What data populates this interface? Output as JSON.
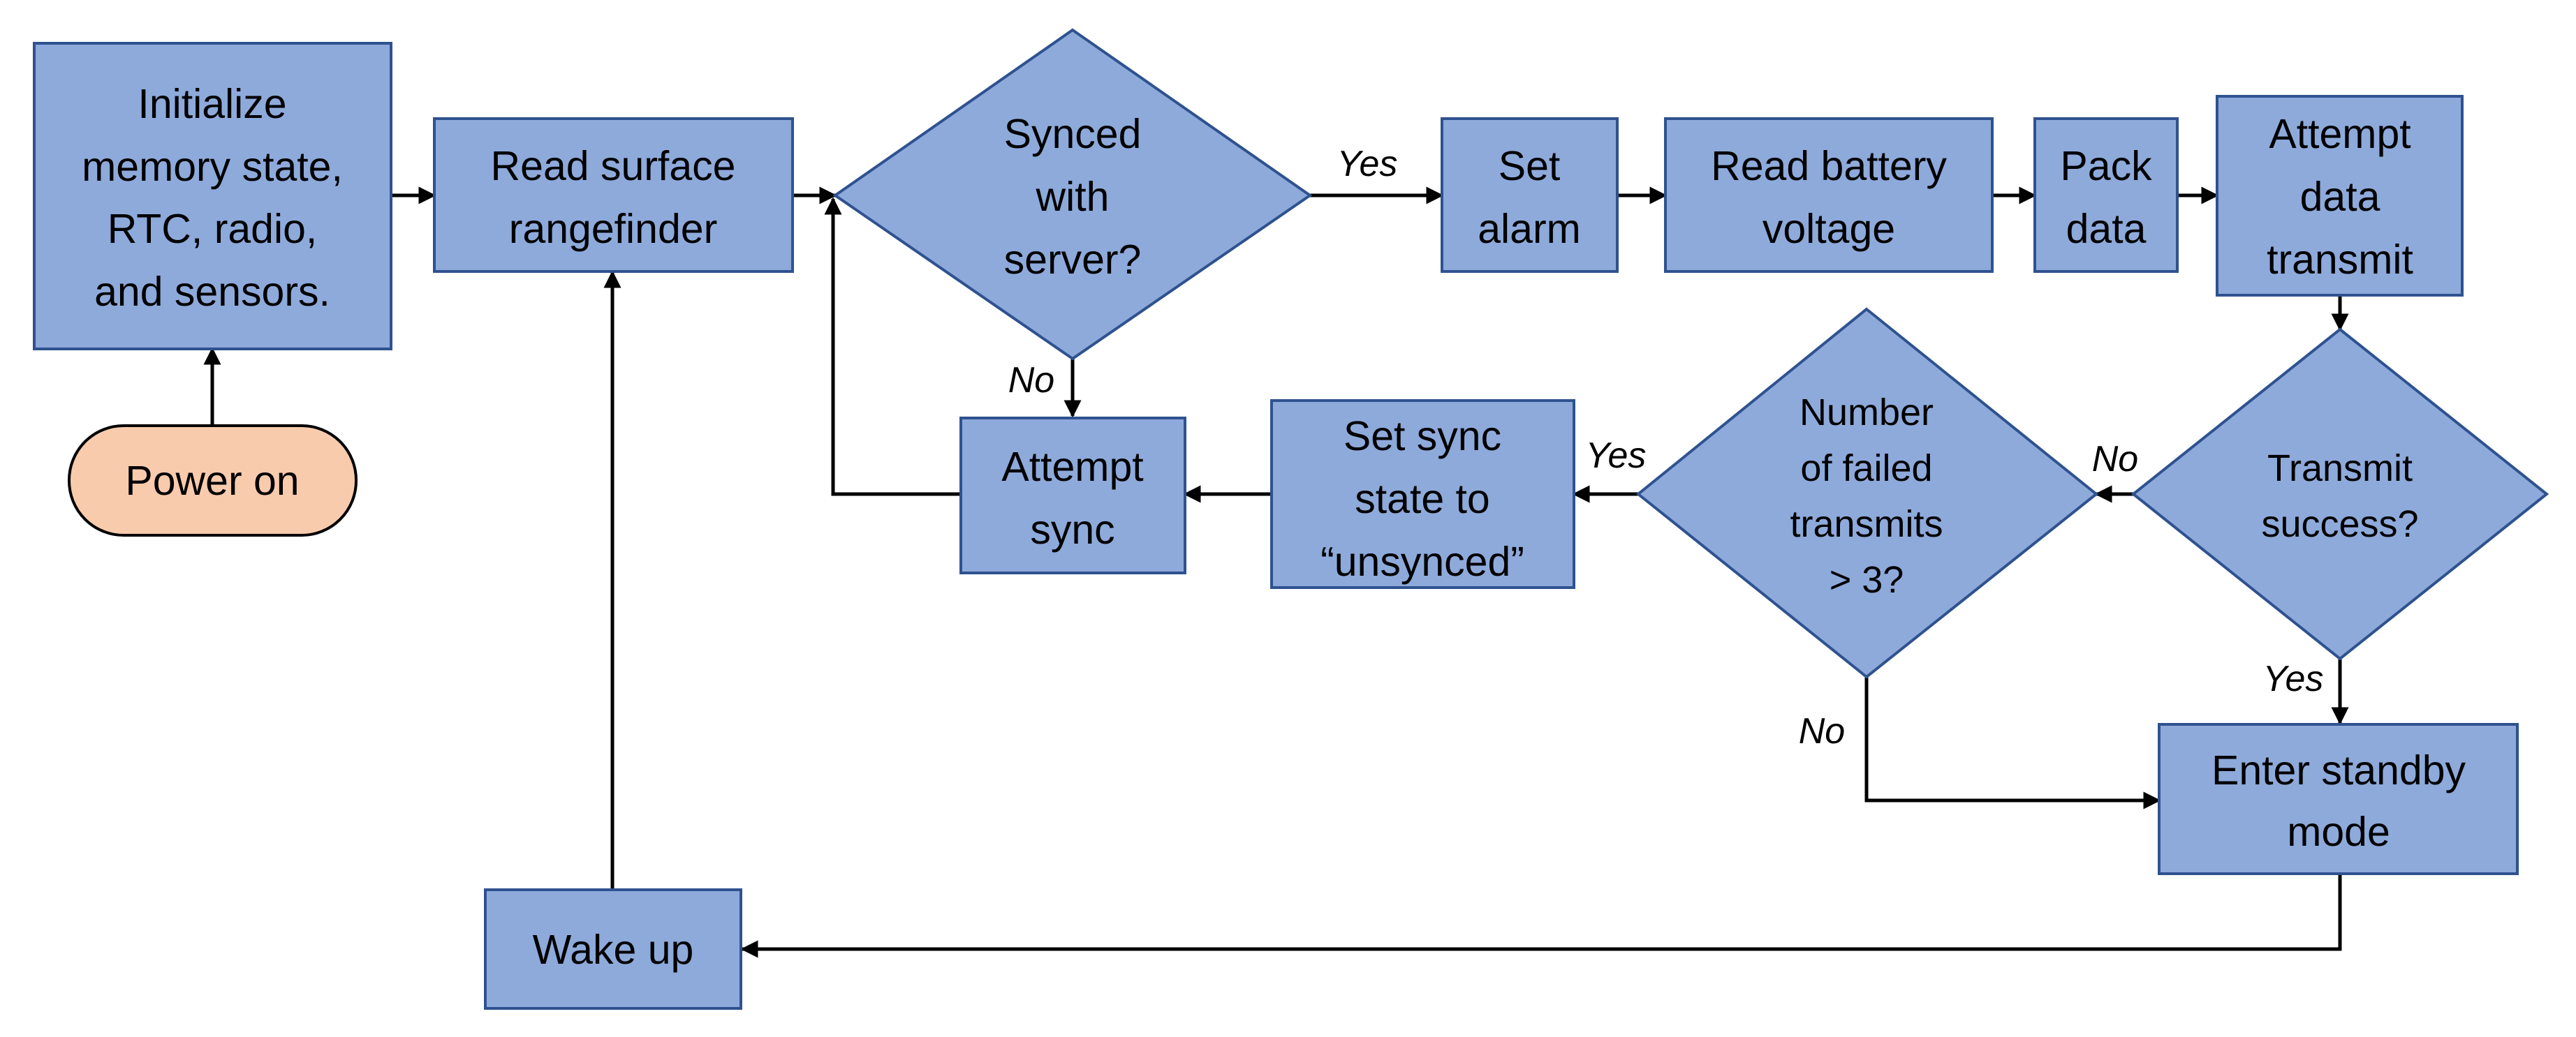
{
  "nodes": {
    "initialize": {
      "lines": [
        "Initialize",
        "memory state,",
        "RTC, radio,",
        "and sensors."
      ]
    },
    "power_on": {
      "lines": [
        "Power on"
      ]
    },
    "read_surface": {
      "lines": [
        "Read surface",
        "rangefinder"
      ]
    },
    "synced": {
      "lines": [
        "Synced",
        "with",
        "server?"
      ]
    },
    "set_alarm": {
      "lines": [
        "Set",
        "alarm"
      ]
    },
    "read_battery": {
      "lines": [
        "Read battery",
        "voltage"
      ]
    },
    "pack_data": {
      "lines": [
        "Pack",
        "data"
      ]
    },
    "attempt_transmit": {
      "lines": [
        "Attempt",
        "data",
        "transmit"
      ]
    },
    "transmit_success": {
      "lines": [
        "Transmit",
        "success?"
      ]
    },
    "failed_transmits": {
      "lines": [
        "Number",
        "of failed",
        "transmits",
        "> 3?"
      ]
    },
    "set_sync_state": {
      "lines": [
        "Set sync",
        "state to",
        "“unsynced”"
      ]
    },
    "attempt_sync": {
      "lines": [
        "Attempt",
        "sync"
      ]
    },
    "enter_standby": {
      "lines": [
        "Enter standby",
        "mode"
      ]
    },
    "wake_up": {
      "lines": [
        "Wake up"
      ]
    }
  },
  "edge_labels": {
    "synced_yes": "Yes",
    "synced_no": "No",
    "transmit_no": "No",
    "transmit_yes": "Yes",
    "failed_yes": "Yes",
    "failed_no": "No"
  },
  "colors": {
    "process_fill": "#8eaadb",
    "process_stroke": "#2f528f",
    "start_fill": "#f8cbad",
    "arrow": "#000000"
  }
}
